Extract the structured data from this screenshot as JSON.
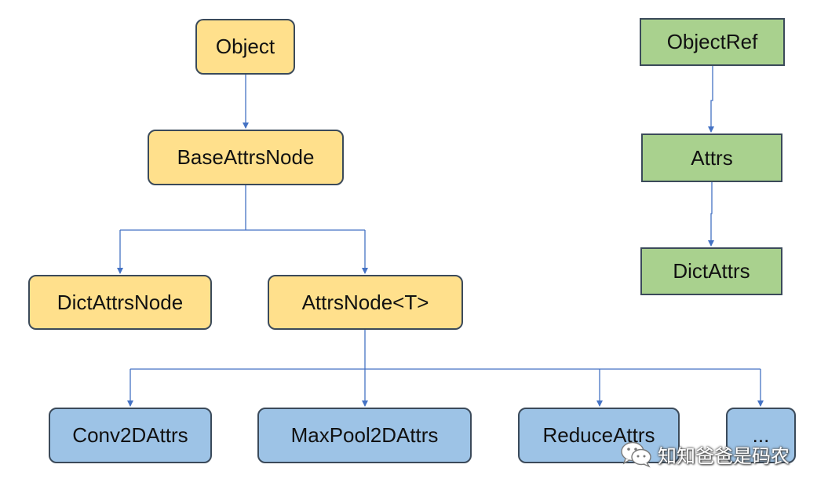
{
  "colors": {
    "yellow_fill": "#ffe08c",
    "green_fill": "#a9d18e",
    "blue_fill": "#9dc3e6",
    "border": "#3b4a5a",
    "connector": "#4472c4"
  },
  "nodes": {
    "object": "Object",
    "base_attrs_node": "BaseAttrsNode",
    "dict_attrs_node": "DictAttrsNode",
    "attrs_node_t": "AttrsNode<T>",
    "conv2d_attrs": "Conv2DAttrs",
    "maxpool2d_attrs": "MaxPool2DAttrs",
    "reduce_attrs": "ReduceAttrs",
    "ellipsis": "...",
    "object_ref": "ObjectRef",
    "attrs": "Attrs",
    "dict_attrs": "DictAttrs"
  },
  "watermark": {
    "icon": "wechat-icon",
    "text": "知知爸爸是码农"
  }
}
